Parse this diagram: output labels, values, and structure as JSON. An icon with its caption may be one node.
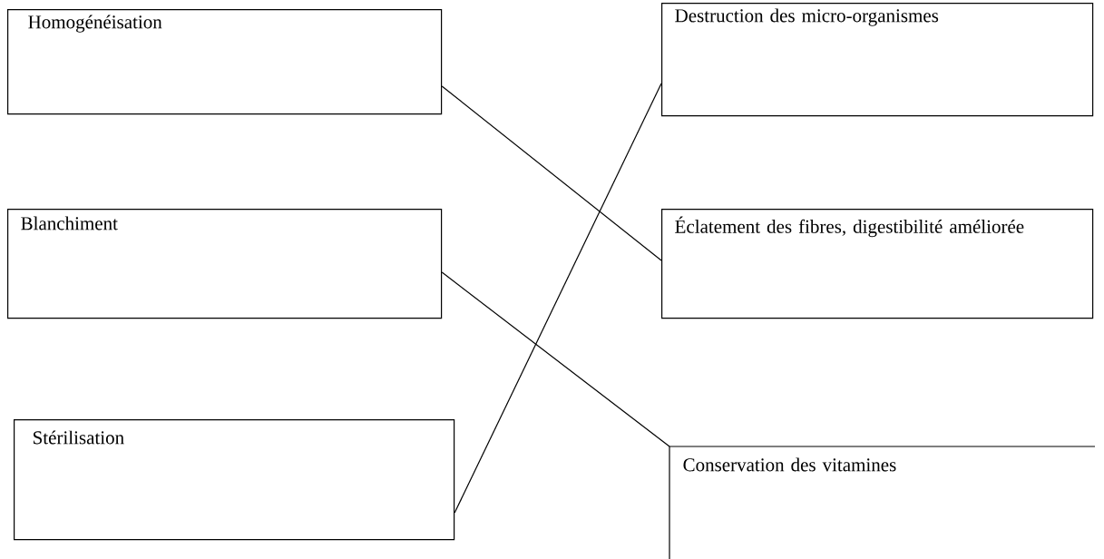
{
  "diagram": {
    "nodes": [
      {
        "text": [
          "Homogénéisation"
        ]
      },
      {
        "text": [
          "Destruction des micro-organismes"
        ]
      },
      {
        "text": [
          "Blanchiment"
        ]
      },
      {
        "text": [
          "Éclatement des fibres, digestibilité améliorée"
        ]
      },
      {
        "text": [
          "Stérilisation"
        ]
      },
      {
        "text": [
          "Conservation des vitamines"
        ]
      }
    ],
    "edges": [
      {
        "from": 0,
        "to": 3,
        "arrow": "none"
      },
      {
        "from": 4,
        "to": 1,
        "arrow": "none"
      },
      {
        "from": 2,
        "to": 5,
        "arrow": "none"
      }
    ]
  }
}
